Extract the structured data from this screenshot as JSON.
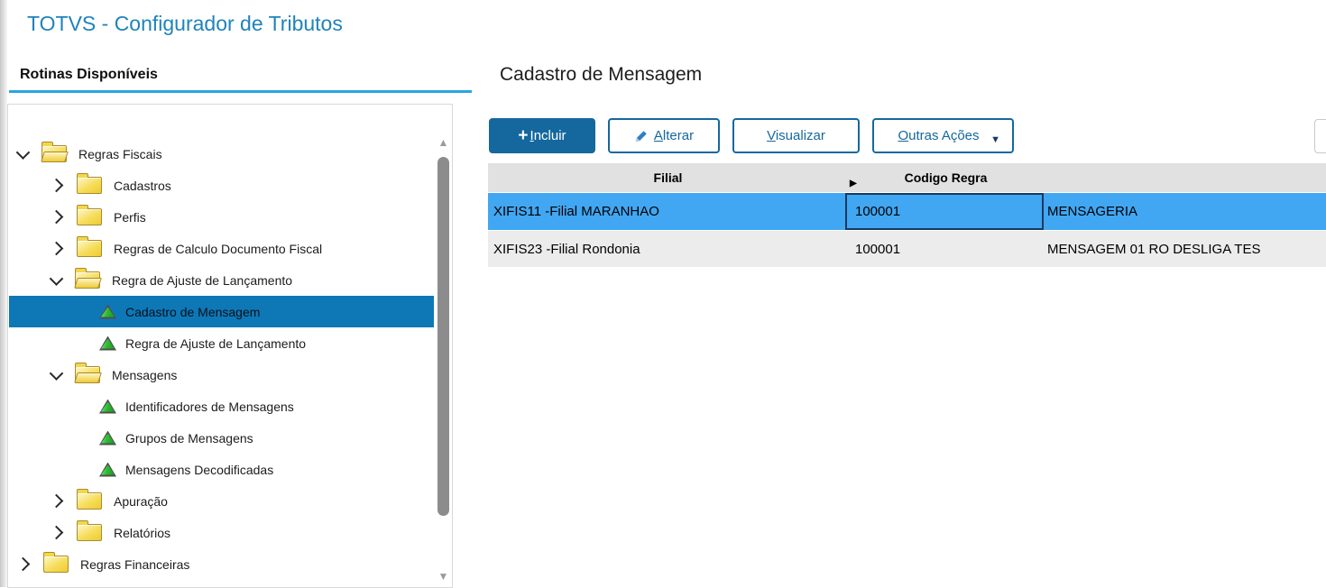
{
  "app": {
    "title": "TOTVS - Configurador de Tributos"
  },
  "sidebar": {
    "title": "Rotinas Disponíveis",
    "tree": [
      {
        "label": "Regras Fiscais",
        "level": 0,
        "state": "expanded"
      },
      {
        "label": "Cadastros",
        "level": 1,
        "state": "collapsed"
      },
      {
        "label": "Perfis",
        "level": 1,
        "state": "collapsed"
      },
      {
        "label": "Regras de Calculo Documento Fiscal",
        "level": 1,
        "state": "collapsed"
      },
      {
        "label": "Regra de Ajuste de Lançamento",
        "level": 1,
        "state": "expanded"
      },
      {
        "label": "Cadastro de Mensagem",
        "level": 2,
        "state": "leaf",
        "selected": true
      },
      {
        "label": "Regra de Ajuste de Lançamento",
        "level": 2,
        "state": "leaf"
      },
      {
        "label": "Mensagens",
        "level": 1,
        "state": "expanded"
      },
      {
        "label": "Identificadores de Mensagens",
        "level": 2,
        "state": "leaf"
      },
      {
        "label": "Grupos de Mensagens",
        "level": 2,
        "state": "leaf"
      },
      {
        "label": "Mensagens Decodificadas",
        "level": 2,
        "state": "leaf"
      },
      {
        "label": "Apuração",
        "level": 1,
        "state": "collapsed"
      },
      {
        "label": "Relatórios",
        "level": 1,
        "state": "collapsed"
      },
      {
        "label": "Regras Financeiras",
        "level": 0,
        "state": "collapsed"
      }
    ]
  },
  "main": {
    "title": "Cadastro de Mensagem",
    "toolbar": {
      "incluir": "Incluir",
      "alterar": "Alterar",
      "visualizar": "Visualizar",
      "outras_acoes": "Outras Ações"
    },
    "table": {
      "headers": {
        "filial": "Filial",
        "codigo_regra": "Codigo Regra"
      },
      "rows": [
        {
          "filial": "XIFIS11 -Filial MARANHAO",
          "codigo_regra": "100001",
          "descricao": "MENSAGERIA",
          "selected": true
        },
        {
          "filial": "XIFIS23 -Filial Rondonia",
          "codigo_regra": "100001",
          "descricao": "MENSAGEM 01 RO DESLIGA TES"
        }
      ]
    }
  },
  "icons": {
    "plus": "+",
    "caret_down": "▼",
    "header_marker": "▶",
    "scroll_up": "▲",
    "scroll_down": "▼"
  },
  "colors": {
    "accent_blue": "#1f83bb",
    "underline_blue": "#2ba4e2",
    "tree_selected": "#0e78b6",
    "row_selected": "#41a7f2",
    "button_blue": "#14689e",
    "header_gray": "#e1e1e1",
    "row_alt_gray": "#ececec",
    "focus_border": "#17395f"
  }
}
